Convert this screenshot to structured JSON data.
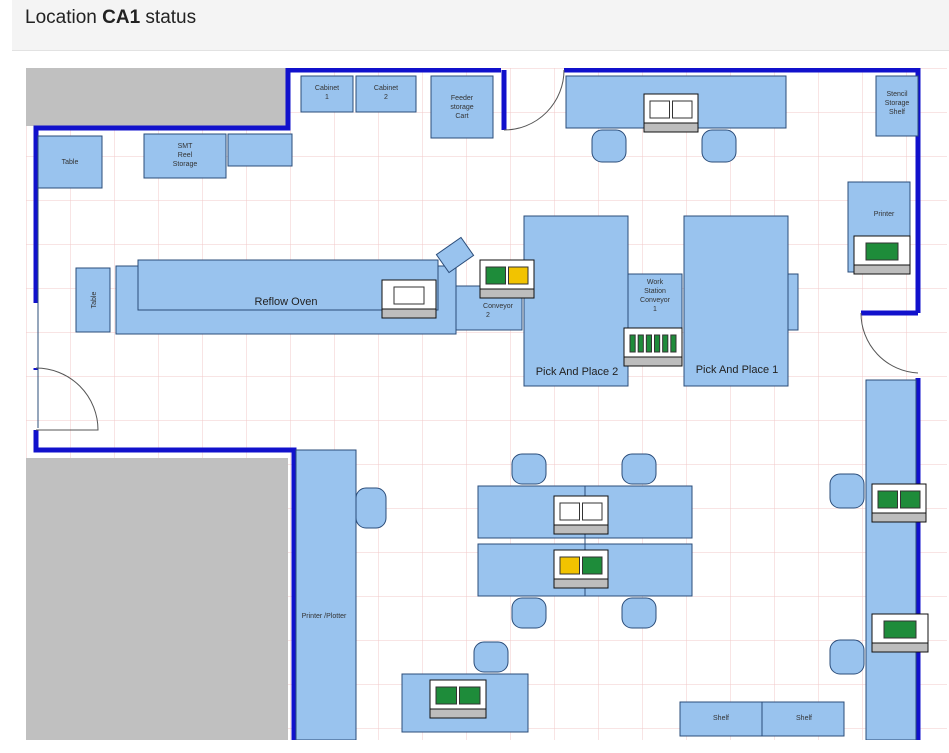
{
  "header": {
    "prefix": "Location",
    "location_code": "CA1",
    "suffix": "status"
  },
  "labels": {
    "cabinet1": [
      "Cabinet",
      "1"
    ],
    "cabinet2": [
      "Cabinet",
      "2"
    ],
    "feeder": [
      "Feeder",
      "storage",
      "Cart"
    ],
    "stencil": [
      "Stencil",
      "Storage",
      "Shelf"
    ],
    "table_top": "Table",
    "smt": [
      "SMT",
      "Reel",
      "Storage"
    ],
    "table_side": "Table",
    "reflow": "Reflow Oven",
    "conveyor2": [
      "Conveyor",
      "2"
    ],
    "ws_conveyor": [
      "Work",
      "Station",
      "Conveyor",
      "1"
    ],
    "pnp2": "Pick And Place 2",
    "pnp1": "Pick And Place 1",
    "printer": "Printer",
    "printer_plotter": "Printer /Plotter",
    "shelf1": "Shelf",
    "shelf2": "Shelf"
  },
  "status_colors": {
    "ok": "#1e8c3a",
    "warn": "#f2c300",
    "idle": "#ffffff"
  },
  "indicators": [
    {
      "name": "indicator-bench-top",
      "slots": [
        "idle",
        "idle"
      ]
    },
    {
      "name": "indicator-printer",
      "slots": [
        "ok"
      ]
    },
    {
      "name": "indicator-reflow-oven",
      "slots": [
        "idle"
      ]
    },
    {
      "name": "indicator-conveyor2",
      "slots": [
        "ok",
        "warn"
      ]
    },
    {
      "name": "indicator-ws-conveyor",
      "slots": [
        "ok",
        "ok",
        "ok",
        "ok",
        "ok",
        "ok"
      ]
    },
    {
      "name": "indicator-desk-1",
      "slots": [
        "idle",
        "idle"
      ]
    },
    {
      "name": "indicator-desk-2",
      "slots": [
        "warn",
        "ok"
      ]
    },
    {
      "name": "indicator-bottom-bench",
      "slots": [
        "ok",
        "ok"
      ]
    },
    {
      "name": "indicator-right-bench-1",
      "slots": [
        "ok",
        "ok"
      ]
    },
    {
      "name": "indicator-right-bench-2",
      "slots": [
        "ok"
      ]
    }
  ]
}
